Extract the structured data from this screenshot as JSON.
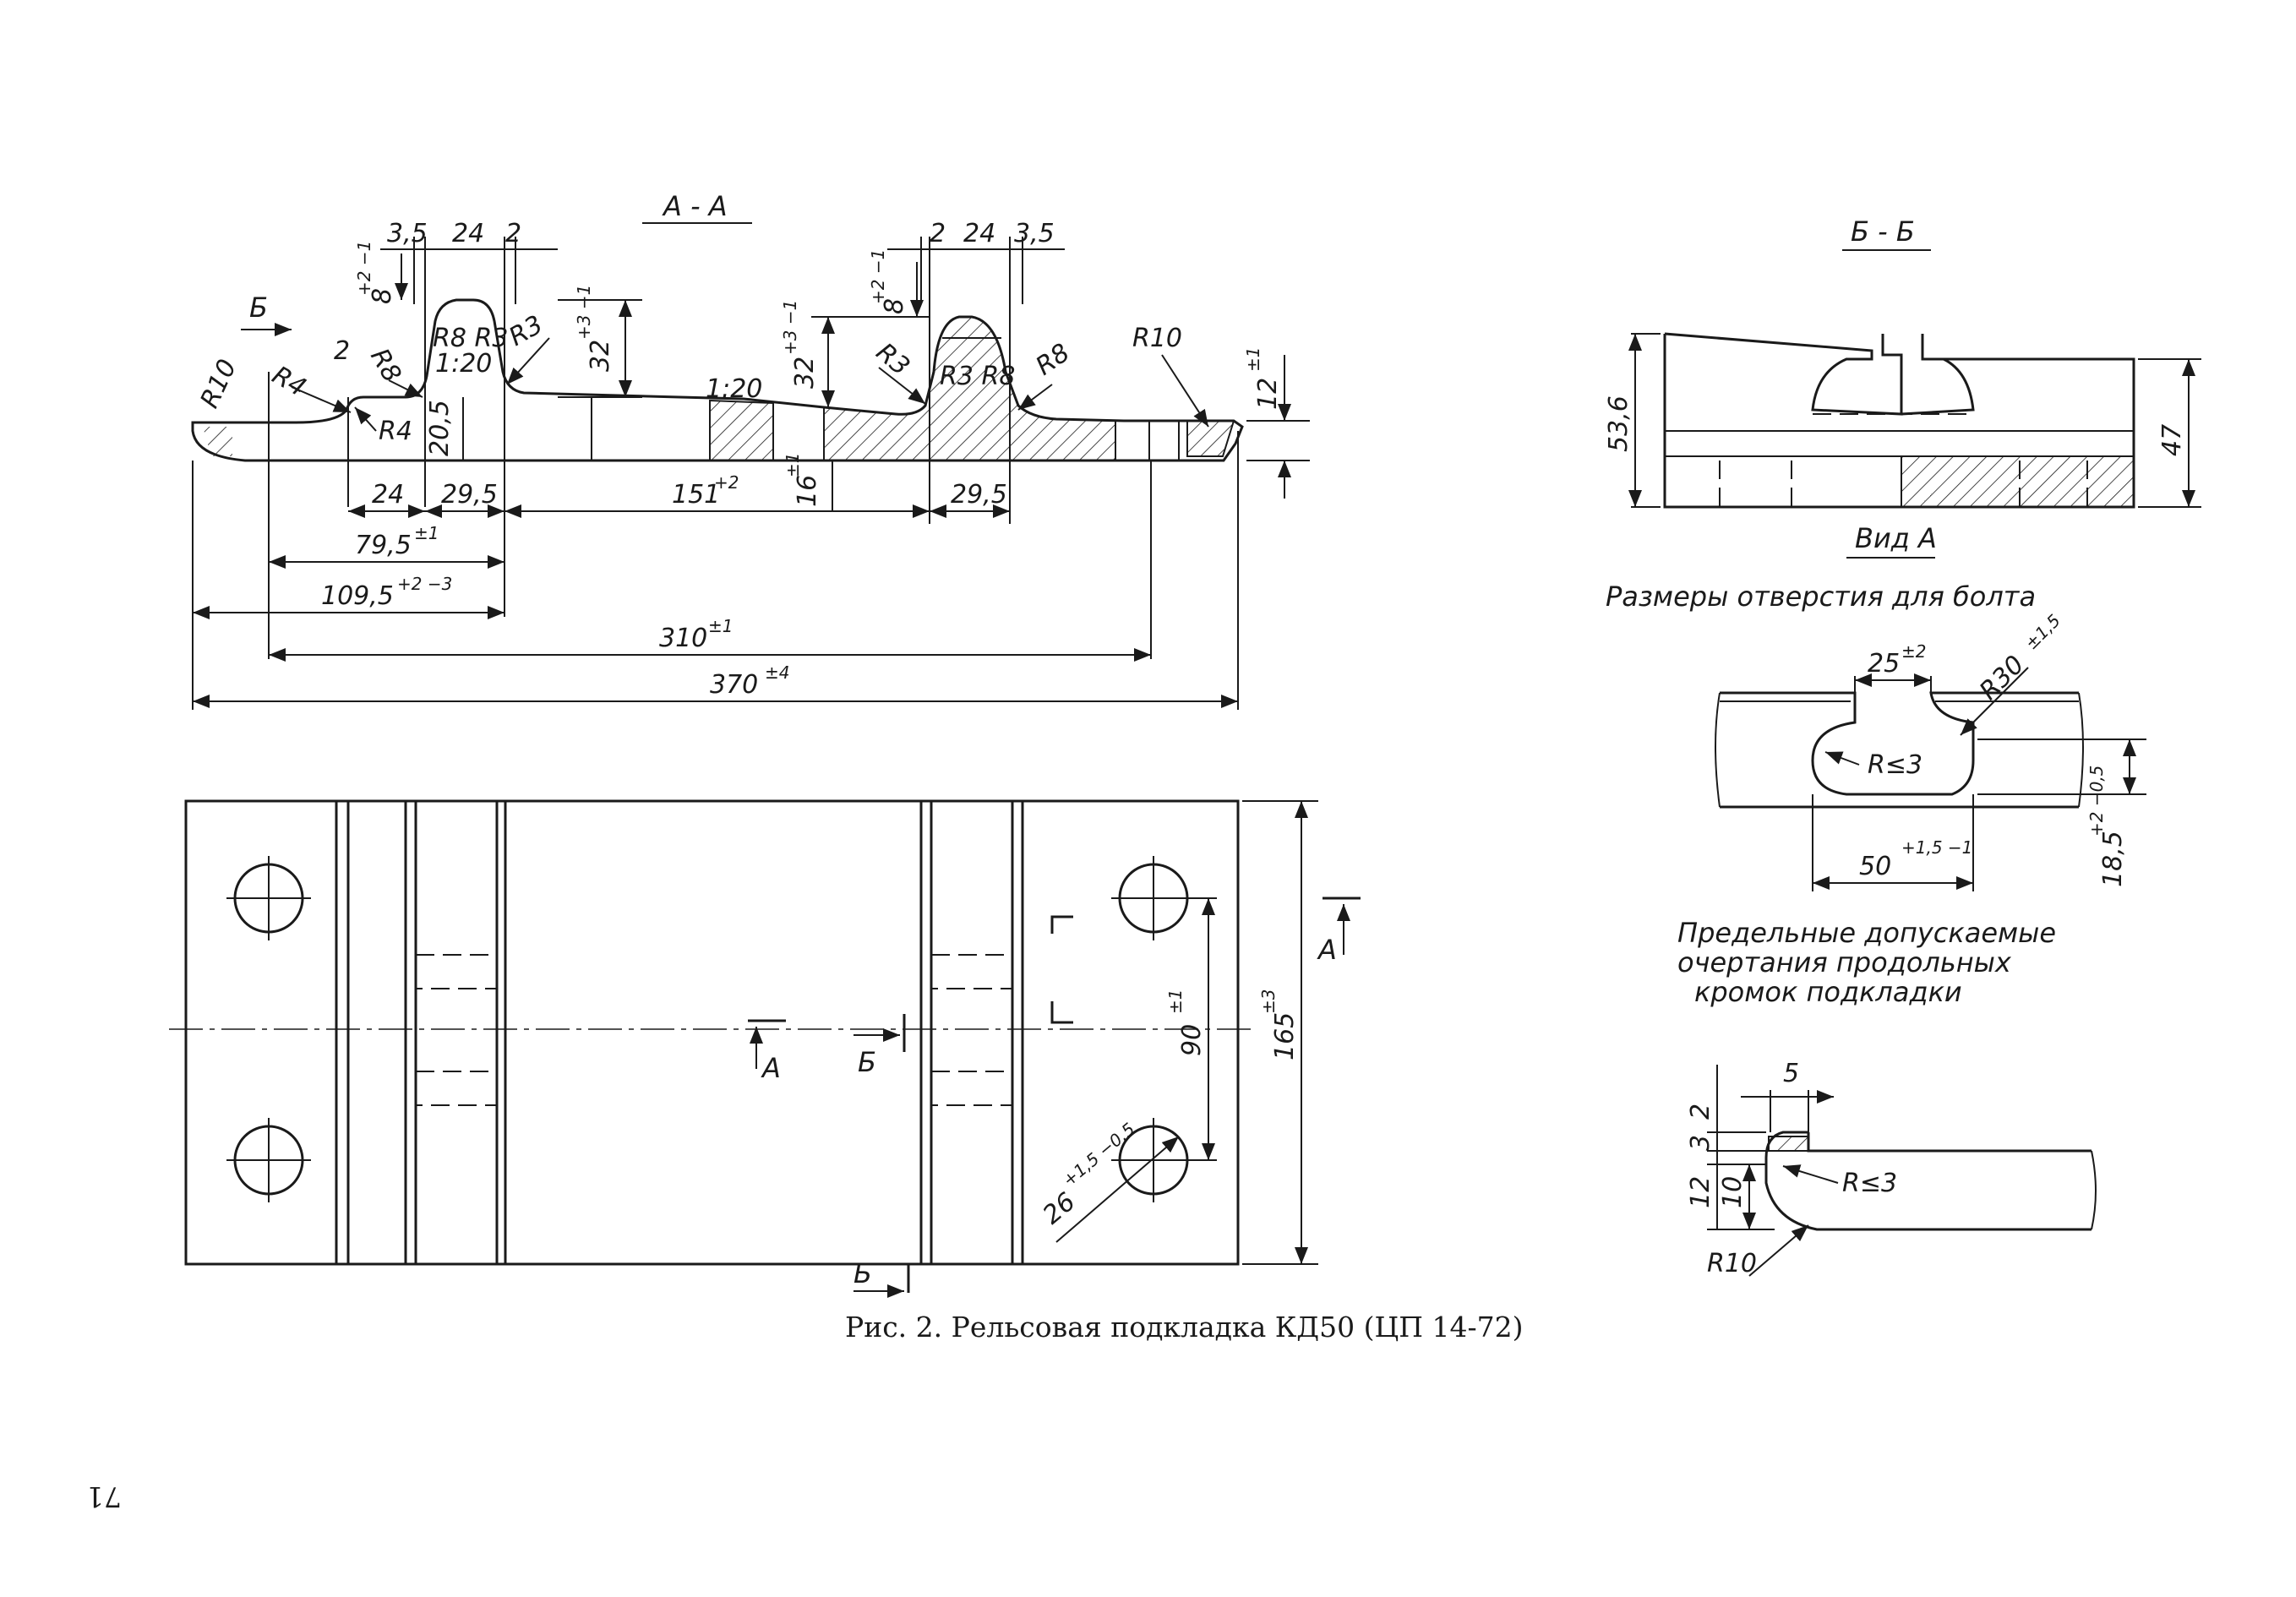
{
  "section_aa": {
    "title": "А - А",
    "marker_b": "Б",
    "dims": {
      "d3_5_left": "3,5",
      "d24_top_left": "24",
      "d2_top_left": "2",
      "d2_top_right": "2",
      "d24_top_right": "24",
      "d3_5_right": "3,5",
      "r10_left": "R10",
      "r4_top": "R4",
      "d2_small": "2",
      "r8_left": "R8",
      "r8r3_left": "R8 R3",
      "slope_left": "1:20",
      "r3_left": "R3",
      "h8_left": "8",
      "h8_left_tol": "+2 −1",
      "h32_left": "32",
      "h32_left_tol": "+3 −1",
      "r4_bottom": "R4",
      "h20_5": "20,5",
      "slope_mid": "1:20",
      "h32_right": "32",
      "h32_right_tol": "+3 −1",
      "h8_right": "8",
      "h8_right_tol": "+2 −1",
      "r3_right": "R3",
      "r3r8_right": "R3 R8",
      "r8_right": "R8",
      "r10_right": "R10",
      "h12": "12",
      "h12_tol": "±1",
      "d24_bottom": "24",
      "d29_5_left": "29,5",
      "d151": "151",
      "d151_tol": "+2",
      "h16": "16",
      "h16_tol": "±1",
      "d29_5_right": "29,5",
      "d79_5": "79,5",
      "d79_5_tol": "±1",
      "d109_5": "109,5",
      "d109_5_tol": "+2 −3",
      "d310": "310",
      "d310_tol": "±1",
      "d370": "370",
      "d370_tol": "±4"
    }
  },
  "plan_view": {
    "mark_a_right": "А",
    "mark_a_center": "А",
    "mark_b_center": "Б",
    "mark_b_bottom": "Б",
    "d90": "90",
    "d90_tol": "±1",
    "d165": "165",
    "d165_tol": "±3",
    "d26": "26",
    "d26_tol": "+1,5 −0,5"
  },
  "section_bb": {
    "title": "Б - Б",
    "h53_6": "53,6",
    "h47": "47",
    "view_a": "Вид А"
  },
  "bolt_hole": {
    "title": "Размеры отверстия для болта",
    "d25": "25",
    "d25_tol": "±2",
    "r30": "R30",
    "r30_tol": "±1,5",
    "r3": "R≤3",
    "d50": "50",
    "d50_tol": "+1,5 −1",
    "h18_5": "18,5",
    "h18_5_tol": "+2 −0,5"
  },
  "edges": {
    "title_line1": "Предельные допускаемые",
    "title_line2": "очертания продольных",
    "title_line3": "кромок подкладки",
    "d5": "5",
    "h3": "3",
    "h2": "2",
    "h12": "12",
    "h10": "10",
    "r3": "R≤3",
    "r10": "R10"
  },
  "caption": "Рис. 2. Рельсовая подкладка КД50 (ЦП 14-72)",
  "page_number": "71"
}
